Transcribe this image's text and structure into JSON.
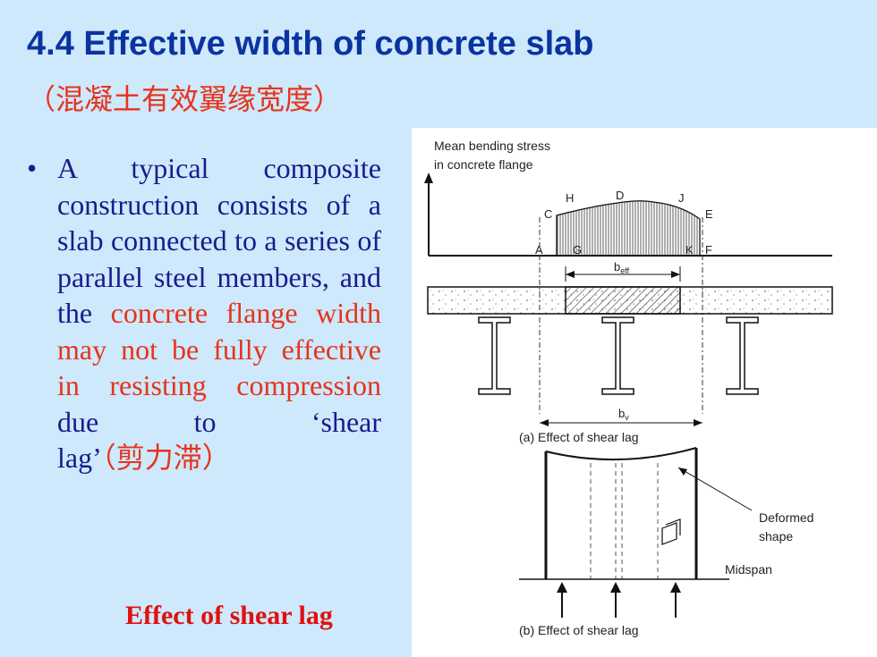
{
  "slide": {
    "title": "4.4 Effective width of concrete slab",
    "subtitle": "（混凝土有效翼缘宽度）",
    "bullet": {
      "marker": "•",
      "text_a": "A typical composite construction consists of a slab connected to a series of parallel steel members, and the ",
      "text_red": "concrete flange width may not be fully effective in resisting compression",
      "text_b": " due to ‘shear lag’",
      "text_cn": "（剪力滞）"
    },
    "caption": "Effect of shear lag"
  },
  "figure": {
    "y_axis_label_line1": "Mean bending stress",
    "y_axis_label_line2": "in concrete flange",
    "points": [
      "A",
      "C",
      "H",
      "G",
      "D",
      "J",
      "K",
      "E",
      "F"
    ],
    "beff_label": "b",
    "beff_sub": "eff",
    "bv_label": "b",
    "bv_sub": "v",
    "caption_a": "(a) Effect of shear lag",
    "deformed_line1": "Deformed",
    "deformed_line2": "shape",
    "midspan": "Midspan",
    "caption_b": "(b) Effect of shear lag"
  },
  "colors": {
    "background": "#cde9fb",
    "title": "#0b33a0",
    "accent_red": "#e8321c",
    "body_text": "#1a1a8c"
  }
}
